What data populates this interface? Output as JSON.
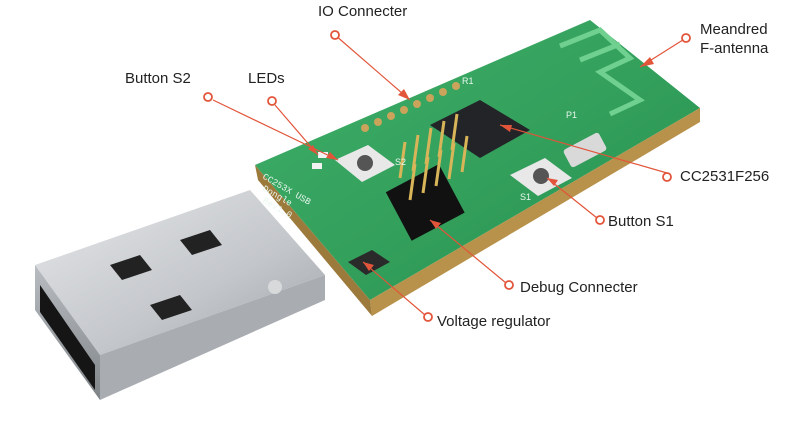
{
  "labels": {
    "io_connecter": "IO Connecter",
    "meandred": "Meandred",
    "f_antenna": "F-antenna",
    "button_s2": "Button S2",
    "leds": "LEDs",
    "cc2531": "CC2531F256",
    "button_s1": "Button S1",
    "debug_connecter": "Debug Connecter",
    "voltage_regulator": "Voltage regulator"
  },
  "board_silkscreen": {
    "line1": "CC253X USB",
    "line2": "Dongle",
    "line3": "Rev1.0",
    "s1": "S1",
    "s2": "S2",
    "r1": "R1",
    "p1": "P1"
  },
  "colors": {
    "pcb": "#2f9e58",
    "pcb_dark": "#1d7a40",
    "pcb_edge": "#c9a45a",
    "callout": "#e2553a",
    "usb_metal": "#c8cbcf",
    "chip": "#222427",
    "text": "#222222"
  }
}
